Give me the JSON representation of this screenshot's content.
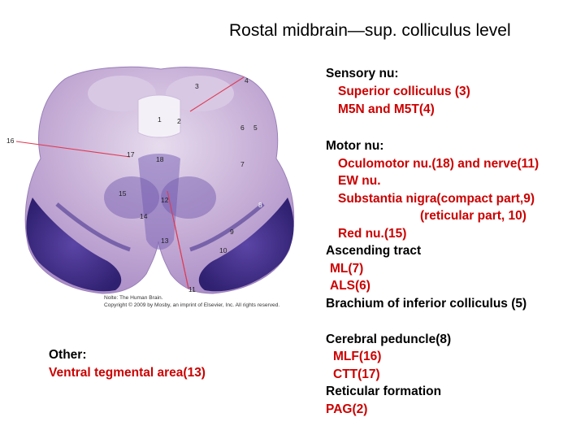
{
  "title": "Rostal midbrain—sup. colliculus level",
  "sensory": {
    "heading": "Sensory nu:",
    "items": [
      "Superior colliculus (3)",
      "M5N and M5T(4)"
    ]
  },
  "motor": {
    "heading": "Motor nu:",
    "items": [
      "Oculomotor nu.(18) and nerve(11)",
      "EW nu.",
      "Substantia nigra(compact part,9)",
      "(reticular part, 10)",
      "Red nu.(15)"
    ]
  },
  "ascending": {
    "heading": "Ascending tract",
    "items": [
      "ML(7)",
      "ALS(6)",
      "Brachium of inferior colliculus (5)"
    ]
  },
  "descending": {
    "heading": "Cerebral peduncle(8)",
    "items": [
      "MLF(16)",
      "CTT(17)"
    ]
  },
  "reticular": {
    "heading": "Reticular formation",
    "items": [
      "PAG(2)"
    ]
  },
  "other": {
    "heading": "Other:",
    "items": [
      "Ventral tegmental area(13)"
    ]
  },
  "image": {
    "labels": [
      "1",
      "2",
      "3",
      "4",
      "5",
      "6",
      "7",
      "8",
      "9",
      "10",
      "11",
      "12",
      "13",
      "14",
      "15",
      "16",
      "17",
      "18"
    ],
    "caption_line1": "Nolte: The Human Brain.",
    "caption_line2": "Copyright © 2009 by Mosby, an imprint of Elsevier, Inc. All rights reserved."
  },
  "colors": {
    "tissue_light": "#c6aed6",
    "tissue_dark": "#3f2c86",
    "leader_line": "#e03a52",
    "highlight_text": "#cc0000"
  }
}
